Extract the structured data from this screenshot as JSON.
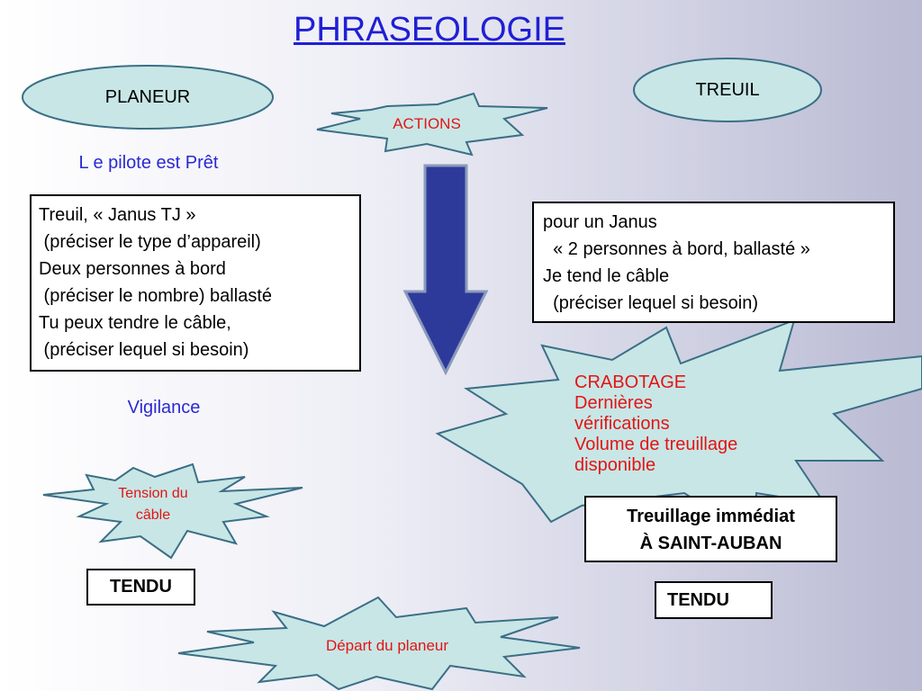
{
  "title": "PHRASEOLOGIE",
  "planeur": "PLANEUR",
  "treuil": "TREUIL",
  "actions": "ACTIONS",
  "pilote_pret": "L e pilote est Prêt",
  "vigilance": "Vigilance",
  "left_box": "Treuil, « Janus TJ »\n (préciser le type d’appareil)\nDeux personnes à bord\n (préciser le nombre) ballasté\nTu peux tendre le câble,\n (préciser lequel si besoin)",
  "right_box": "pour un Janus\n  « 2 personnes à bord, ballasté »\nJe tend le câble\n  (préciser lequel si besoin)",
  "crabotage": "CRABOTAGE\nDernières\nvérifications\nVolume de treuillage\ndisponible",
  "tension_cable": "Tension du\ncâble",
  "tendu_left": "TENDU",
  "tendu_right": "TENDU",
  "treuillage": "Treuillage immédiat\nÀ SAINT-AUBAN",
  "depart": "Départ du planeur",
  "colors": {
    "ellipse_fill": "#c8e6e6",
    "ellipse_stroke": "#3a6f86",
    "arrow_fill": "#2e3a9a",
    "title": "#1f1fd6",
    "red": "#e41414"
  }
}
